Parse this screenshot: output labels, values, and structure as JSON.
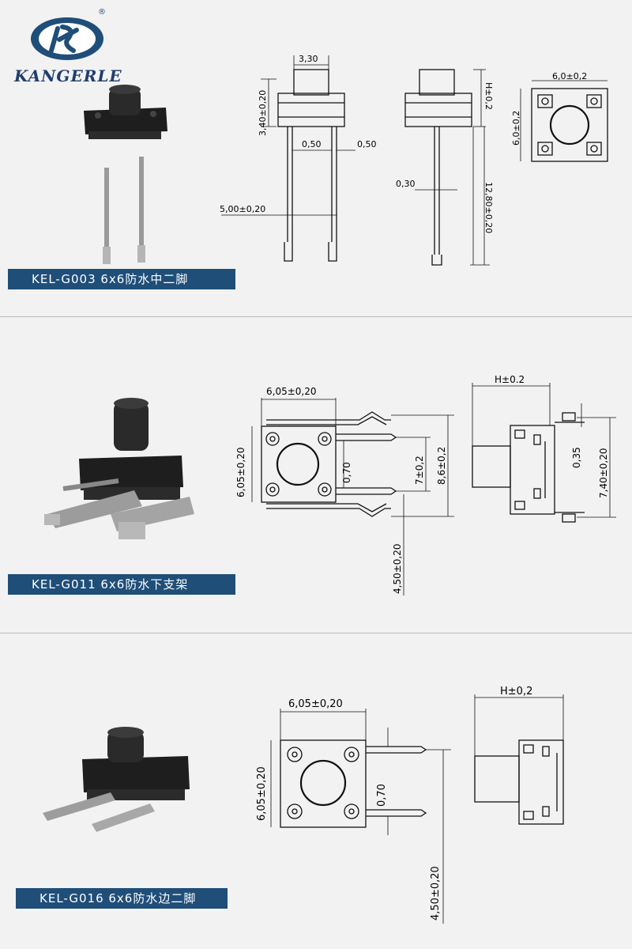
{
  "brand": {
    "name": "KANGERLE",
    "registered": "®",
    "color": "#1f4e79"
  },
  "products": [
    {
      "label": "KEL-G003 6x6防水中二脚"
    },
    {
      "label": "KEL-G011 6x6防水下支架"
    },
    {
      "label": "KEL-G016 6x6防水边二脚"
    }
  ],
  "drawings": {
    "g003": {
      "d_330": "3,30",
      "d_340": "3,40±0,20",
      "d_050a": "0,50",
      "d_050b": "0,50",
      "d_500": "5,00±0,20",
      "d_h": "H±0,2",
      "d_030": "0,30",
      "d_1280": "12,80±0,20",
      "d_60w": "6,0±0,2",
      "d_60h": "6,0±0,2"
    },
    "g011": {
      "d_605w": "6,05±0,20",
      "d_605h": "6,05±0,20",
      "d_070": "0,70",
      "d_7": "7±0,2",
      "d_86": "8,6±0,2",
      "d_450": "4,50±0,20",
      "d_h": "H±0.2",
      "d_035": "0,35",
      "d_740": "7,40±0,20"
    },
    "g016": {
      "d_605w": "6,05±0,20",
      "d_605h": "6,05±0,20",
      "d_070": "0,70",
      "d_450": "4,50±0,20",
      "d_h": "H±0,2"
    }
  }
}
